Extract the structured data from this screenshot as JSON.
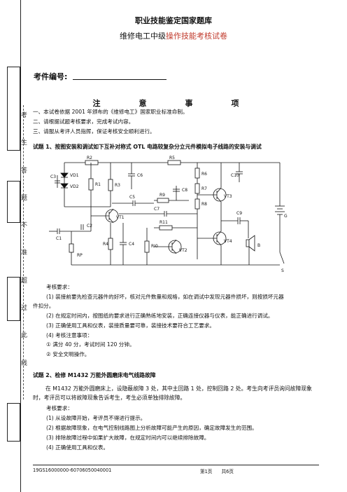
{
  "header": {
    "title": "职业技能鉴定国家题库",
    "subtitle_prefix": "维修电工中级",
    "subtitle_red": "操作技能考核试卷"
  },
  "paper_no_label": "考件编号:",
  "notice": {
    "heading": "注　意　事　项",
    "items": [
      "一、本试卷依据 2001 年颁布的《维修电工》国家职业标准命制。",
      "二、请根据试题考核要求，完成考试内容。",
      "三、请服从考评人员指挥，保证考核安全顺利进行。"
    ]
  },
  "q1": {
    "title": "试题 1、按图安装和调试如下互补对称式 OTL 电路较复杂分立元件模拟电子线路的安装与调试",
    "req_title": "考核要求：",
    "reqs": [
      "(1)  装接前要先检查元器件的好坏，核对元件数量和规格，如在调试中发现元器件损坏，则按损坏元器",
      "件扣分。",
      "(2)  在规定时间内，按图纸的要求进行正确熟练地安装，正确连接仪器与仪表，能正确进行调试。",
      "(3)  正确使用工具和仪表，装接质量要可靠，装接技术要符合工艺要求。",
      "(4)  考核注意事项：",
      "①  满分 40 分，考试时间 120 分钟。",
      "②  安全文明操作。"
    ],
    "circuit_labels": {
      "r2": "R2",
      "r5": "R5",
      "r1": "R1",
      "r3": "R3",
      "r4": "R4",
      "r6": "R6",
      "r7": "R7",
      "r8": "R8",
      "r9": "R9",
      "r10": "RI0",
      "r11": "R11",
      "rp": "RP",
      "c1": "C1",
      "c2": "C2",
      "c3": "C3",
      "c4": "C4",
      "c5": "C5",
      "c6": "C6",
      "c7": "C7",
      "c8": "C8",
      "c9": "C9",
      "c10": "C10",
      "vd1": "VD1",
      "vd2": "VD2",
      "vt1": "VT1",
      "vt2": "VT2",
      "vt3": "VT3",
      "vt4": "VT4",
      "g": "G",
      "b": "B",
      "s": "S"
    }
  },
  "q2": {
    "title": "试题 2、检修 M1432 万能外圆磨床电气线路故障",
    "para": "在 M1432 万能外圆磨床上，设隐蔽故障 3 处，其中主回路 1 处，控制回路 2 处。考生向考评员询问故障现象时，考评员可以将故障现象告诉考生，考生必须单独排除故障。",
    "req_title": "考核要求：",
    "reqs": [
      "(1)  从设故障开始，考评员不得进行提示。",
      "(2)  根据故障现象，在电气控制线路图上分析故障可能产生的原因，确定故障发生的范围。",
      "(3)  排除故障过程中如果扩大故障，在规定时间内可以继续排除故障。",
      "(4)  正确使用工具和仪表。"
    ]
  },
  "side_chars": [
    "考",
    "生",
    "答",
    "题",
    "不",
    "准",
    "超",
    "过",
    "此",
    "线"
  ],
  "footer": {
    "code": "19GS16000000-60706050040001",
    "page": "第1页　　共6页"
  }
}
